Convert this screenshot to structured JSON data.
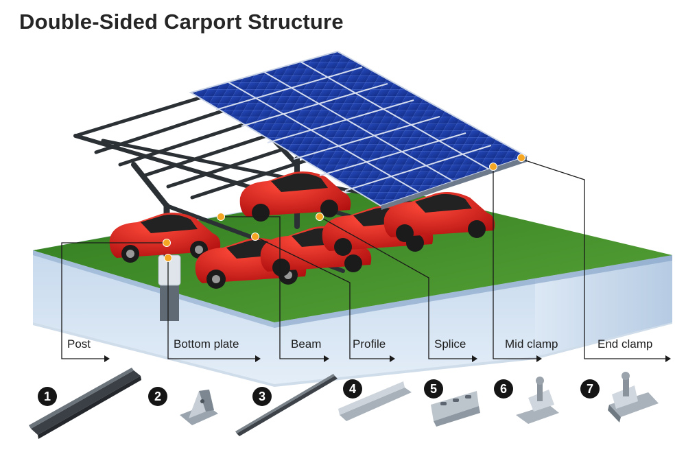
{
  "title": "Double-Sided Carport Structure",
  "components": [
    {
      "number": "1",
      "label": "Post"
    },
    {
      "number": "2",
      "label": "Bottom plate"
    },
    {
      "number": "3",
      "label": "Beam"
    },
    {
      "number": "4",
      "label": "Profile"
    },
    {
      "number": "5",
      "label": "Splice"
    },
    {
      "number": "6",
      "label": "Mid clamp"
    },
    {
      "number": "7",
      "label": "End clamp"
    }
  ],
  "colors": {
    "callout_dot": "#f5a623",
    "panel": "#1d3fa8",
    "car": "#d61a1a",
    "grass": "#3f8a2a",
    "ground_block": "#c9dcf0",
    "steel": "#2e3338"
  }
}
